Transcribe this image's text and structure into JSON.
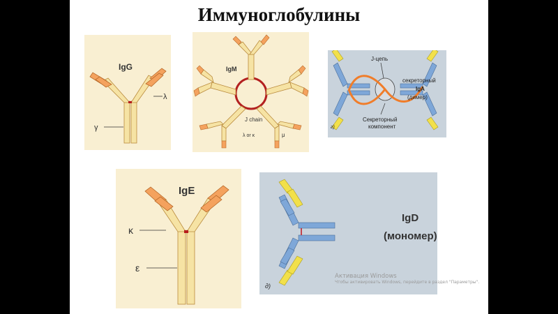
{
  "slide": {
    "title": "Иммуноглобулины"
  },
  "colors": {
    "light_chain": "#f4a25e",
    "heavy_chain": "#f6e3a4",
    "hinge": "#b71c1c",
    "blue_chain": "#7ea7d8",
    "yellow_chain": "#f2e04a",
    "j_chain": "#f07d2a",
    "ring": "#b32020",
    "panel_bg_warm": "#f9efd2",
    "panel_bg_blue": "#c9d3dc"
  },
  "igg": {
    "name": "IgG",
    "lambda_label": "λ",
    "gamma_label": "γ"
  },
  "igm": {
    "name": "IgM",
    "j_chain_label": "J chain",
    "light_label": "λ or κ",
    "mu_label": "μ"
  },
  "iga": {
    "j_chain_label": "J-цепь",
    "secretory_iga_line1": "секреторный",
    "secretory_iga_line2": "IgA",
    "secretory_iga_line3": "(димер)",
    "secretory_component_line1": "Секреторный",
    "secretory_component_line2": "компонент",
    "panel_letter": "г)"
  },
  "ige": {
    "name": "IgE",
    "kappa_label": "κ",
    "epsilon_label": "ε"
  },
  "igd": {
    "name": "IgD",
    "subtitle": "(мономер)",
    "panel_letter": "д)"
  },
  "watermark": {
    "title": "Активация Windows",
    "subtitle": "Чтобы активировать Windows, перейдите в раздел \"Параметры\"."
  }
}
